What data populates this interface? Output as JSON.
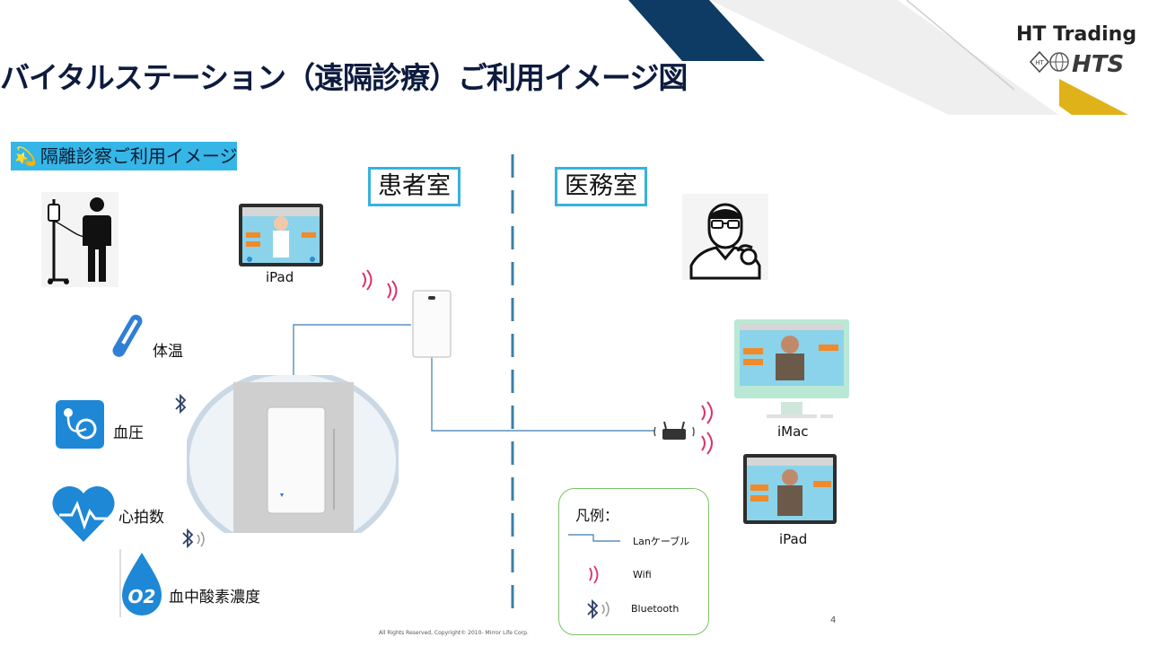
{
  "header": {
    "title": "バイタルステーション（遠隔診療）ご利用イメージ図",
    "brand_name": "HT Trading",
    "brand_mark": "HTS"
  },
  "diagram": {
    "caption": "隔離診察ご利用イメージ",
    "patient_room": "患者室",
    "medical_office": "医務室",
    "devices": {
      "ipad_patient": "iPad",
      "imac": "iMac",
      "ipad_office": "iPad"
    },
    "vitals": [
      {
        "label": "体温",
        "icon": "thermometer-icon"
      },
      {
        "label": "血圧",
        "icon": "blood-pressure-icon"
      },
      {
        "label": "心拍数",
        "icon": "heart-rate-icon"
      },
      {
        "label": "血中酸素濃度",
        "icon": "oxygen-drop-icon"
      }
    ],
    "o2_text": "O2"
  },
  "legend": {
    "title": "凡例：",
    "items": [
      {
        "label": "Lanケーブル",
        "icon": "lan-cable-icon"
      },
      {
        "label": "Wifi",
        "icon": "wifi-icon"
      },
      {
        "label": "Bluetooth",
        "icon": "bluetooth-icon"
      }
    ]
  },
  "footer": {
    "copyright": "All Rights Reserved, Copyright© 2010- Mirror Life Corp.",
    "page_number": "4"
  },
  "colors": {
    "navy": "#0d3b63",
    "gold": "#e0b21a",
    "accent_blue": "#37b2dc",
    "wifi_pink": "#d8336b",
    "legend_green": "#7ec06b"
  }
}
